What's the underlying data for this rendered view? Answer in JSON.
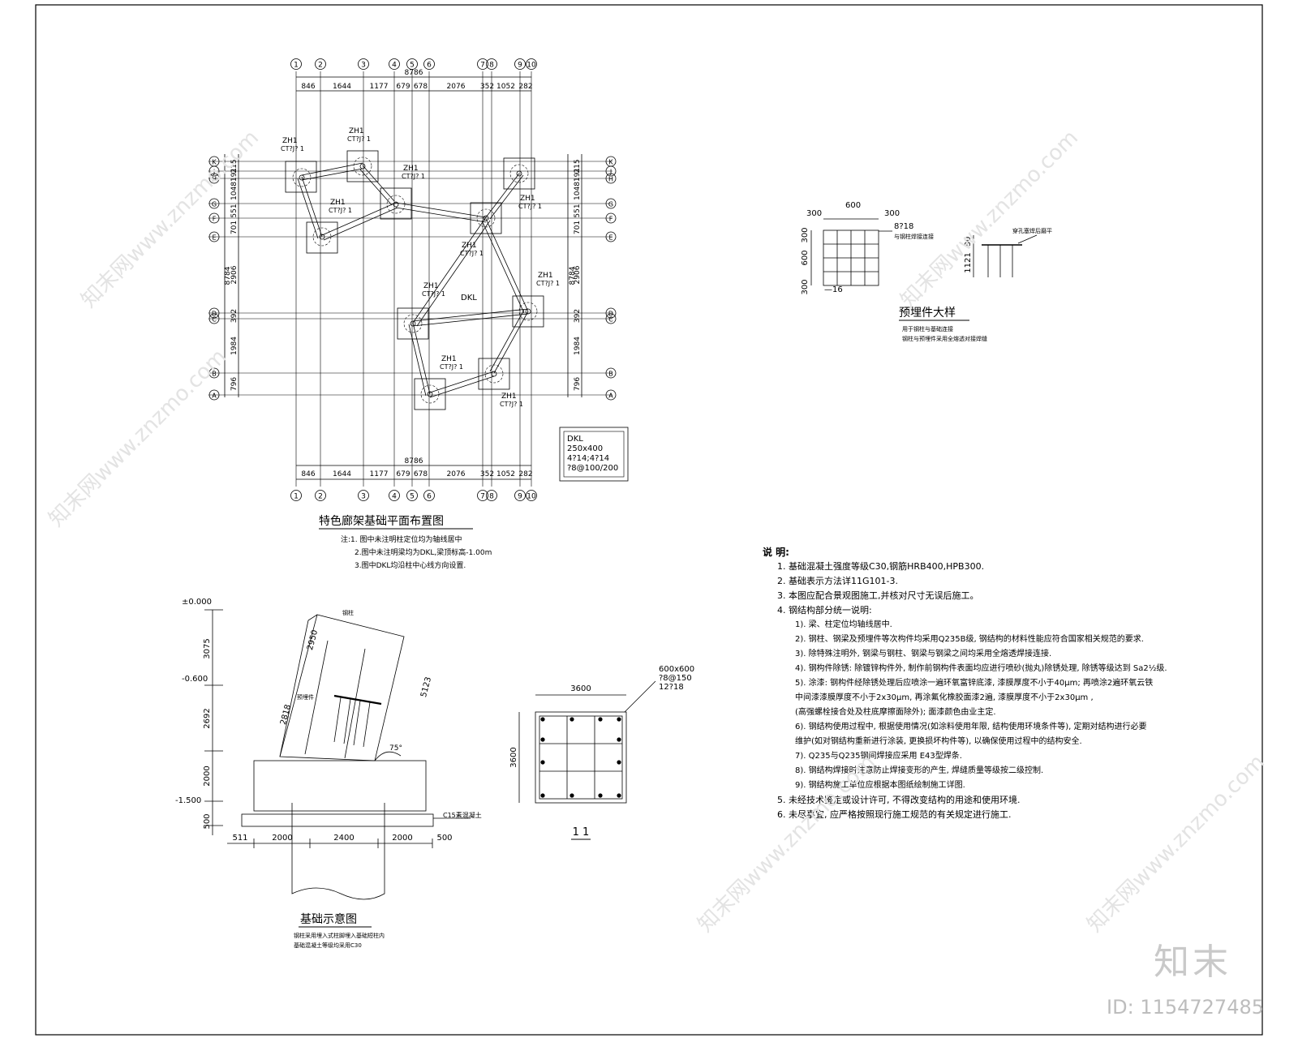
{
  "plan": {
    "grid_numbers": [
      "1",
      "2",
      "3",
      "4",
      "5",
      "6",
      "7",
      "8",
      "9",
      "10"
    ],
    "grid_letters": [
      "K",
      "J",
      "H",
      "G",
      "F",
      "E",
      "D",
      "C",
      "B",
      "A"
    ],
    "top_total": "8786",
    "top_dims": [
      "846",
      "1644",
      "1177",
      "679",
      "678",
      "2076",
      "352",
      "1052",
      "282"
    ],
    "side_total": "8784",
    "side_dims": [
      "215",
      "191",
      "1048",
      "551",
      "701",
      "2906",
      "392",
      "1984",
      "796"
    ],
    "col_label": "ZH1",
    "cap_label": "CT?J? 1",
    "beam_label": "DKL",
    "beam_box": [
      "DKL",
      "250x400",
      "4?14;4?14",
      "?8@100/200"
    ],
    "title": "特色廊架基础平面布置图",
    "notes": [
      "注:1. 图中未注明柱定位均为轴线居中",
      "2.图中未注明梁均为DKL,梁顶标高-1.00m",
      "3.图中DKL均沿柱中心线方向设置."
    ]
  },
  "embed": {
    "dims_top": [
      "300",
      "600",
      "300"
    ],
    "dims_side": [
      "300",
      "600",
      "300"
    ],
    "rebar_label": "8?18",
    "plate_note": "与钢柱焊接连接",
    "thickness": "—16",
    "side_dims": [
      "80",
      "1121"
    ],
    "side_note": "穿孔塞焊后磨平",
    "title": "预埋件大样",
    "subnotes": [
      "用于钢柱与基础连接",
      "钢柱与预埋件采用全熔透对接焊缝"
    ]
  },
  "section": {
    "elev_top": "±0.000",
    "elev_mid": "-0.600",
    "elev_bot": "-1.500",
    "v_dims": [
      "3075",
      "2692",
      "2000",
      "500"
    ],
    "h_dims": [
      "511",
      "2000",
      "2400",
      "2000",
      "500"
    ],
    "col_note": "钢柱",
    "member_dims": [
      "2950",
      "2818",
      "5123"
    ],
    "embed_label": "预埋件",
    "angle": "75°",
    "bed_label": "C15素混凝土",
    "title": "基础示意图",
    "subnotes": [
      "钢柱采用埋入式柱脚埋入基础短柱内",
      "基础混凝土等级均采用C30"
    ]
  },
  "footing": {
    "spec": [
      "600x600",
      "?8@150",
      "12?18"
    ],
    "w": "3600",
    "h": "3600",
    "title": "1  1"
  },
  "notes": {
    "head": "说  明:",
    "items": [
      "1.  基础混凝土强度等级C30,钢筋HRB400,HPB300.",
      "2.  基础表示方法详11G101-3.",
      "3.  本图应配合景观图施工,并核对尺寸无误后施工。",
      "4.  钢结构部分统一说明:"
    ],
    "subitems": [
      "1).  梁、柱定位均轴线居中.",
      "2).  钢柱、钢梁及预埋件等次构件均采用Q235B级, 钢结构的材料性能应符合国家相关规范的要求.",
      "3).  除特殊注明外, 钢梁与钢柱、钢梁与钢梁之间均采用全熔透焊接连接.",
      "4).  钢构件除锈: 除镀锌构件外, 制作前钢构件表面均应进行喷砂(抛丸)除锈处理, 除锈等级达到 Sa2½级.",
      "5).  涂漆: 钢构件经除锈处理后应喷涂一遍环氧富锌底漆, 漆膜厚度不小于40μm; 再喷涂2遍环氧云铁",
      "中间漆漆膜厚度不小于2x30μm, 再涂氟化橡胶面漆2遍, 漆膜厚度不小于2x30μm ,",
      "(高强螺栓接合处及柱底摩擦面除外); 面漆颜色由业主定.",
      "6).  钢结构使用过程中, 根据使用情况(如涂料使用年限, 结构使用环境条件等), 定期对结构进行必要",
      "维护(如对钢结构重新进行涂装, 更换损坏构件等), 以确保使用过程中的结构安全.",
      "7).  Q235与Q235钢间焊接应采用 E43型焊条.",
      "8).  钢结构焊接时注意防止焊接变形的产生, 焊缝质量等级按二级控制.",
      "9).  钢结构施工单位应根据本图纸绘制施工详图."
    ],
    "tail": [
      "5.  未经技术鉴定或设计许可, 不得改变结构的用途和使用环境.",
      "6.  未尽事宜, 应严格按照现行施工规范的有关规定进行施工."
    ]
  },
  "watermark": {
    "brand": "知末",
    "id": "ID: 1154727485",
    "site": "知末网www.znzmo.com"
  }
}
